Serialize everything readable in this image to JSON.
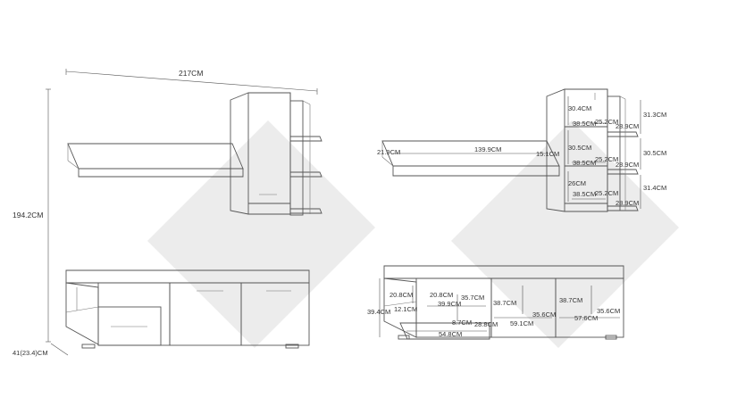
{
  "colors": {
    "line": "#555555",
    "text": "#333333",
    "watermark": "#dcdcdc"
  },
  "overall": {
    "width": "217CM",
    "height": "194.2CM",
    "depth": "41(23.4)CM"
  },
  "wall_shelf": {
    "height_left": "21.9CM",
    "length": "139.9CM",
    "height_right": "15.1CM"
  },
  "cabinet": {
    "shelf_heights": [
      "30.4CM",
      "30.5CM",
      "26CM"
    ],
    "inner_widths": [
      "38.5CM",
      "38.5CM",
      "38.5CM"
    ],
    "inner_depths": [
      "25.2CM",
      "25.2CM",
      "25.2CM"
    ],
    "side_shelf_widths": [
      "28.9CM",
      "28.9CM",
      "28.9CM"
    ],
    "side_shelf_heights": [
      "31.3CM",
      "30.5CM",
      "31.4CM"
    ]
  },
  "tv_stand": {
    "open_top_height": "20.8CM",
    "open_top_inner": "20.8CM",
    "open_top_depth": "35.7CM",
    "height": "39.4CM",
    "open_low_height": "12.1CM",
    "open_low_width": "39.9CM",
    "drawer_height": "8.7CM",
    "drawer_depth": "28.8CM",
    "drawer_width": "54.8CM",
    "compartment_height_1": "38.7CM",
    "compartment_width_1": "59.1CM",
    "compartment_depth_1": "35.6CM",
    "compartment_height_2": "38.7CM",
    "compartment_width_2": "57.6CM",
    "compartment_depth_2": "35.6CM"
  }
}
